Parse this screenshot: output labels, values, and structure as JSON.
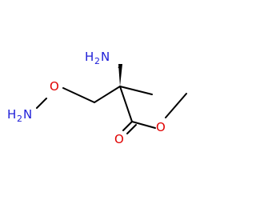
{
  "colors": {
    "background": "#ffffff",
    "bond": "#000000",
    "nitrogen": "#2020d8",
    "oxygen": "#e00000"
  },
  "atoms": {
    "amine_N_label": "H",
    "amine_N_label_sub": "2",
    "amine_N_label_tail": "N",
    "hydroxylamine_N_label": "H",
    "hydroxylamine_N_label_sub": "2",
    "hydroxylamine_N_label_tail": "N",
    "ether_O_label": "O",
    "ester_O_label": "O",
    "carbonyl_O_label": "O"
  }
}
